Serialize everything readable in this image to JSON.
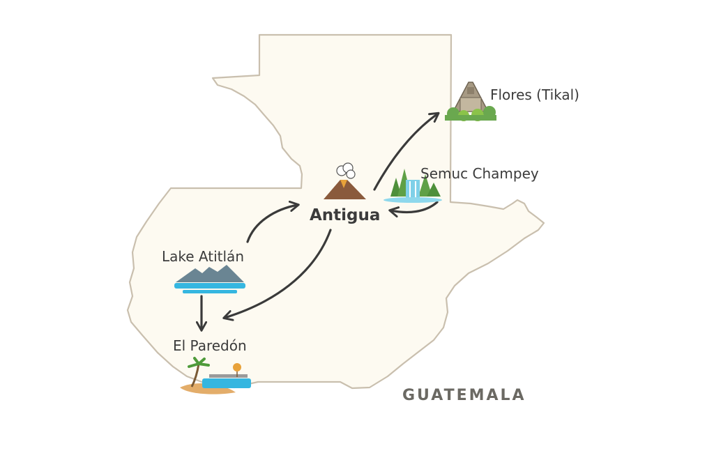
{
  "map": {
    "country_label": "GUATEMALA",
    "colors": {
      "land": "#fdfaf1",
      "border": "#c9bfae",
      "route": "#3a3a3a",
      "text": "#3b3b3b"
    },
    "destinations": [
      {
        "name": "Flores (Tikal)",
        "icon": "mayan-temple-icon"
      },
      {
        "name": "Semuc Champey",
        "icon": "waterfall-icon"
      },
      {
        "name": "Antigua",
        "icon": "volcano-icon"
      },
      {
        "name": "Lake Atitlán",
        "icon": "lake-mountains-icon"
      },
      {
        "name": "El Paredón",
        "icon": "beach-palm-icon"
      }
    ],
    "routes": [
      {
        "from": "Lake Atitlán",
        "to": "Antigua"
      },
      {
        "from": "Antigua",
        "to": "Flores (Tikal)"
      },
      {
        "from": "Semuc Champey",
        "to": "Antigua"
      },
      {
        "from": "Antigua",
        "to": "El Paredón"
      },
      {
        "from": "Lake Atitlán",
        "to": "El Paredón"
      }
    ]
  }
}
